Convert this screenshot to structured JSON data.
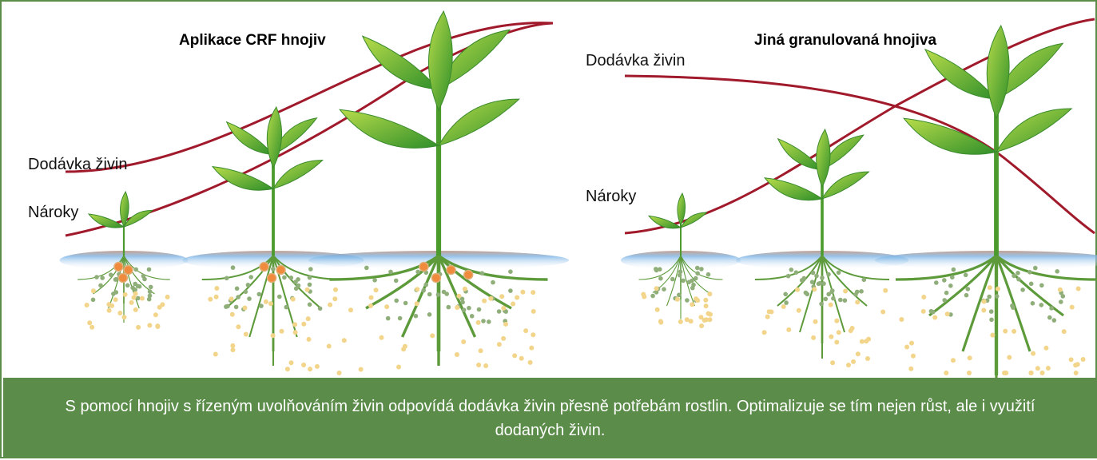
{
  "left_panel": {
    "title": "Aplikace CRF  hnojiv",
    "supply_label": "Dodávka živin",
    "demand_label": "Nároky"
  },
  "right_panel": {
    "title": "Jiná granulovaná hnojiva",
    "supply_label": "Dodávka živin",
    "demand_label": "Nároky"
  },
  "caption": "S pomocí hnojiv s řízeným uvolňováním živin odpovídá dodávka živin přesně potřebám rostlin. Optimalizuje se tím nejen růst, ale i využití dodaných živin.",
  "colors": {
    "curve": "#a01a2c",
    "frame": "#5b8c4a",
    "caption_bg": "#5b8c4a",
    "leaf_light": "#9fd13c",
    "leaf_dark": "#2f8f2a",
    "root": "#5d9a3a",
    "granule_orange": "#f08a3c",
    "granule_green": "#8fae7a",
    "granule_yellow": "#f2d58a"
  }
}
